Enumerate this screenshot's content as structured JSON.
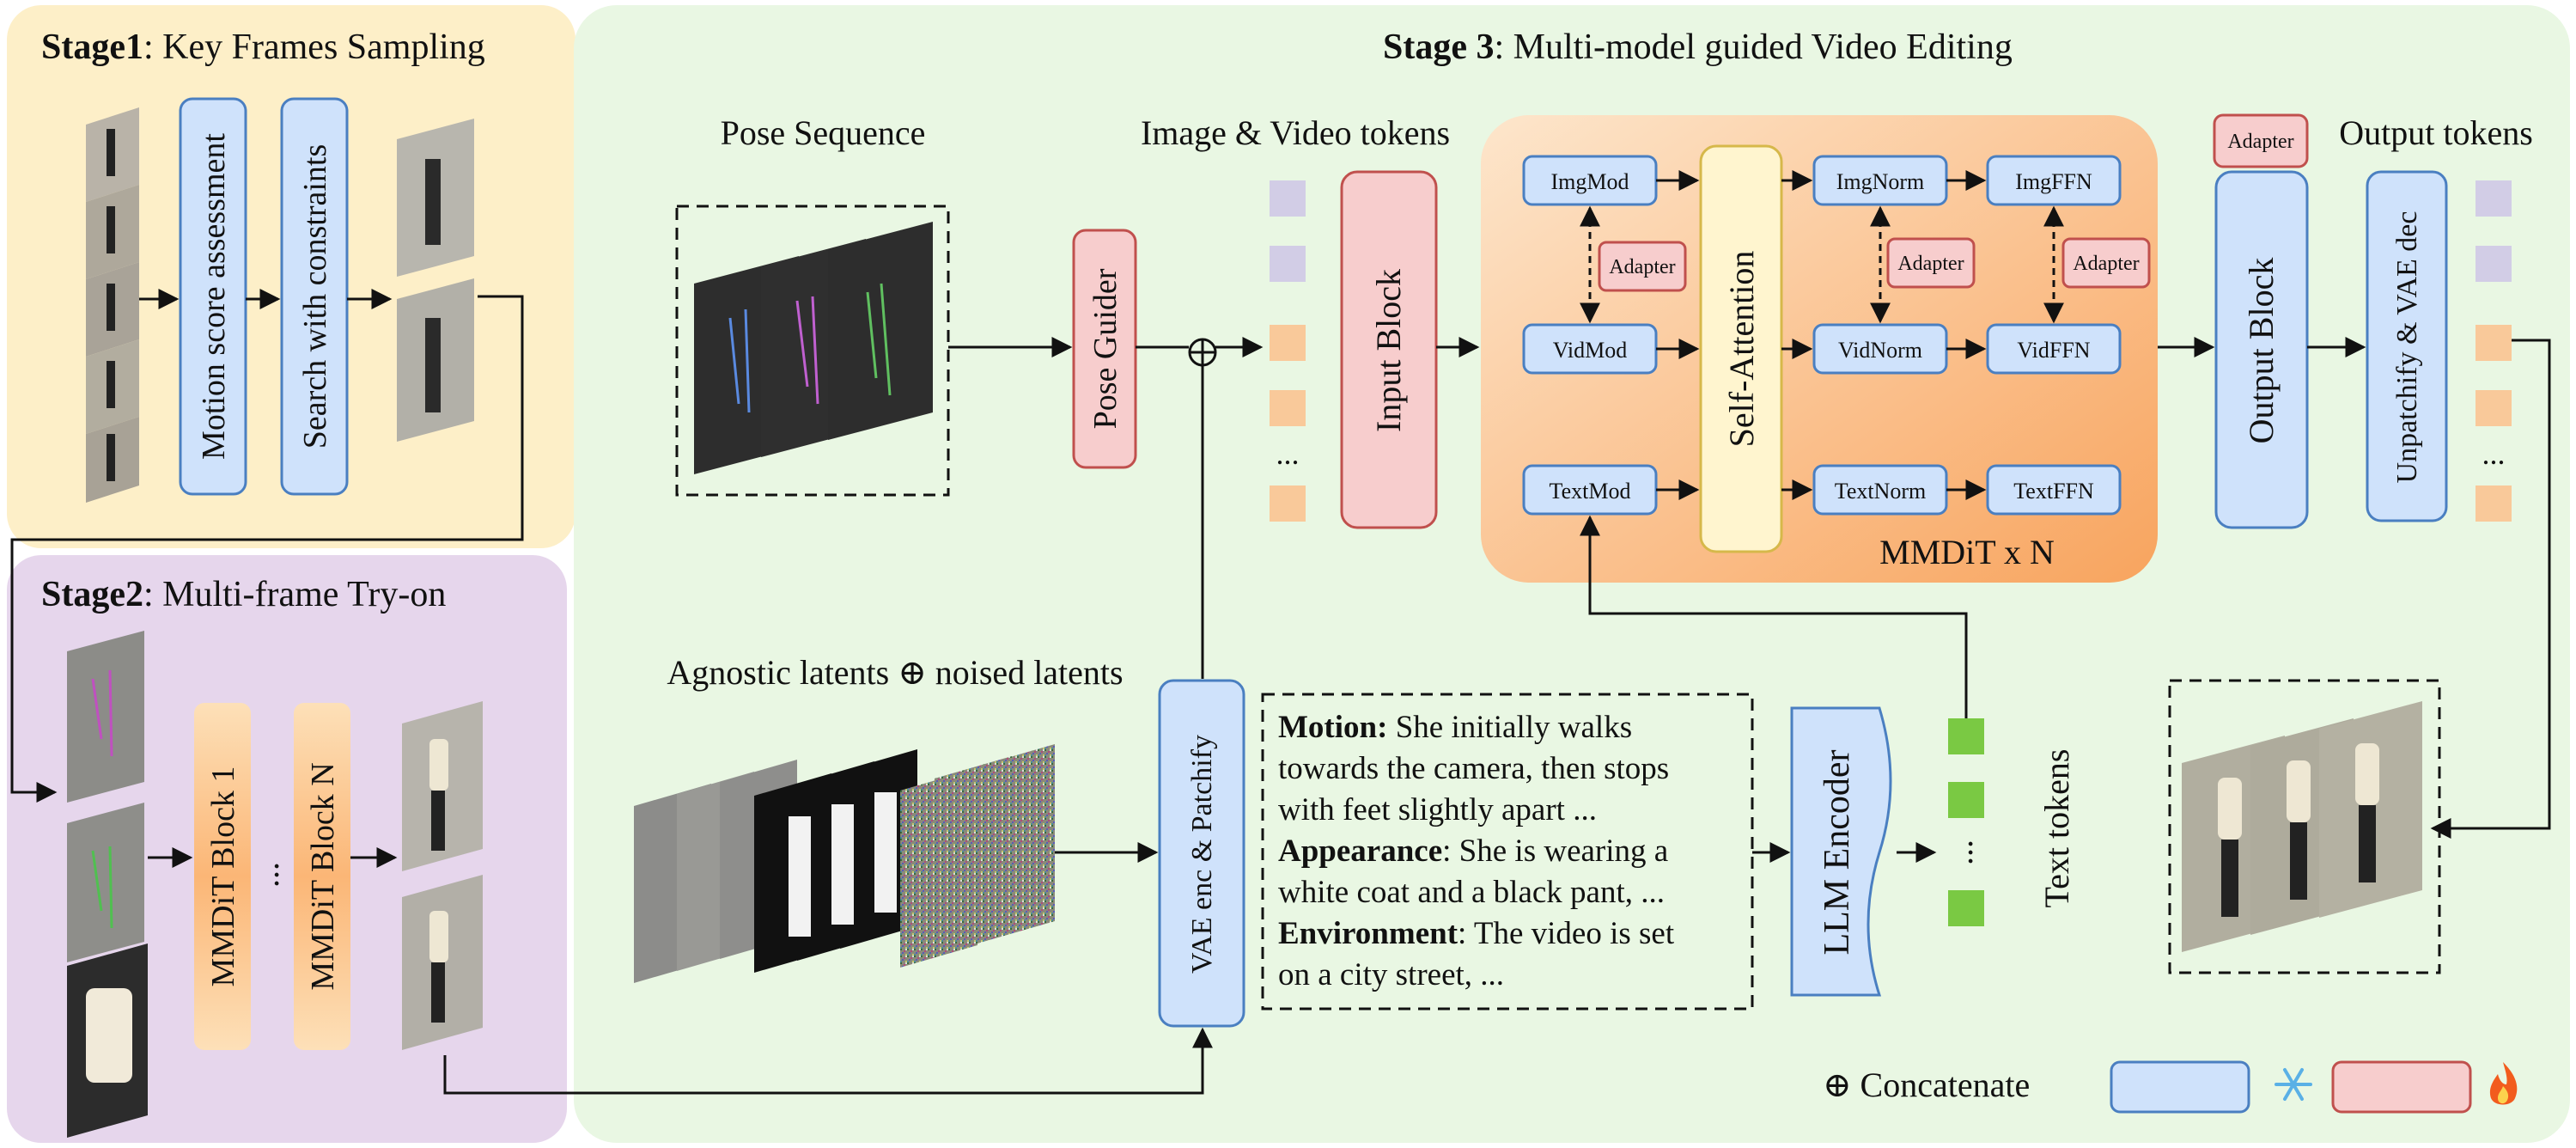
{
  "stage1": {
    "bold": "Stage1",
    "rest": ": Key Frames Sampling",
    "motion_box": "Motion score assessment",
    "search_box": "Search with constraints"
  },
  "stage2": {
    "bold": "Stage2",
    "rest": ": Multi-frame Try-on",
    "block1": "MMDiT Block 1",
    "blockN": "MMDiT Block N",
    "dots": "..."
  },
  "stage3": {
    "bold": "Stage 3",
    "rest": ": Multi-model guided Video Editing",
    "pose_sequence": "Pose Sequence",
    "pose_guider": "Pose  Guider",
    "image_video_tokens": "Image & Video tokens",
    "input_block": "Input Block",
    "mmdit": {
      "imgmod": "ImgMod",
      "vidmod": "VidMod",
      "textmod": "TextMod",
      "self_attention": "Self-Attention",
      "imgnorm": "ImgNorm",
      "vidnorm": "VidNorm",
      "textnorm": "TextNorm",
      "imgffn": "ImgFFN",
      "vidffn": "VidFFN",
      "textffn": "TextFFN",
      "adapter": "Adapter",
      "label": "MMDiT  x N"
    },
    "output_tokens": "Output tokens",
    "output_adapter": "Adapter",
    "output_block": "Output  Block",
    "unpatchify": "Unpatchify  & VAE dec",
    "agnostic_label": "Agnostic latents ⊕ noised latents",
    "vae_enc": "VAE enc & Patchify",
    "prompt": {
      "motion_key": "Motion:",
      "motion_1": " She initially walks",
      "motion_2": "towards the camera, then stops",
      "motion_3": "with feet slightly apart ...",
      "appearance_key": "Appearance",
      "appearance_1": ": She is wearing a",
      "appearance_2": "white coat and a black pant, ...",
      "environment_key": "Environment",
      "environment_1": ":  The video is set",
      "environment_2": "on a city street, ..."
    },
    "llm_encoder": "LLM Encoder",
    "text_tokens": "Text tokens",
    "dots": "..."
  },
  "legend": {
    "concatenate": "⊕ Concatenate",
    "frozen_icon": "snowflake-icon",
    "trainable_icon": "fire-icon"
  },
  "colors": {
    "stage1_bg": "#fdefc8",
    "stage2_bg": "#e6d6ec",
    "stage3_bg": "#e9f7e3",
    "blue_box": "#cfe2fb",
    "blue_stroke": "#4a7fc1",
    "red_box": "#f7cdcd",
    "red_stroke": "#c0504d",
    "orange_box": "#f9b77b",
    "mmdit_bg_start": "#fde1c4",
    "mmdit_bg_end": "#f9ae6b",
    "yellow_box": "#fff5cf",
    "token_purple": "#d2cde6",
    "token_orange": "#f9c99a",
    "token_green": "#7ac943"
  }
}
